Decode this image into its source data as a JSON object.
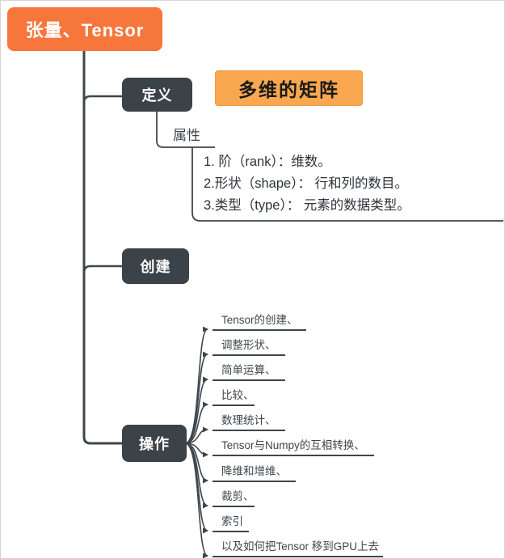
{
  "root": {
    "label": "张量、Tensor"
  },
  "colors": {
    "root_bg": "#F6763B",
    "topic_bg": "#3B4248",
    "value_bg": "#F9A750",
    "line": "#3F464B",
    "text": "#3F464B"
  },
  "branches": {
    "definition": {
      "label": "定义",
      "value": "多维的矩阵",
      "attribute": {
        "label": "属性",
        "lines": [
          "1. 阶（rank）：维数。",
          "2.形状（shape）： 行和列的数目。",
          "3.类型（type）： 元素的数据类型。"
        ]
      }
    },
    "create": {
      "label": "创建"
    },
    "operate": {
      "label": "操作"
    }
  },
  "operations": {
    "items": [
      {
        "label": "Tensor的创建、"
      },
      {
        "label": "调整形状、"
      },
      {
        "label": "简单运算、"
      },
      {
        "label": "比较、"
      },
      {
        "label": "数理统计、"
      },
      {
        "label": "Tensor与Numpy的互相转换、"
      },
      {
        "label": "降维和增维、"
      },
      {
        "label": "裁剪、"
      },
      {
        "label": "索引"
      },
      {
        "label": "以及如何把Tensor 移到GPU上去"
      }
    ]
  }
}
